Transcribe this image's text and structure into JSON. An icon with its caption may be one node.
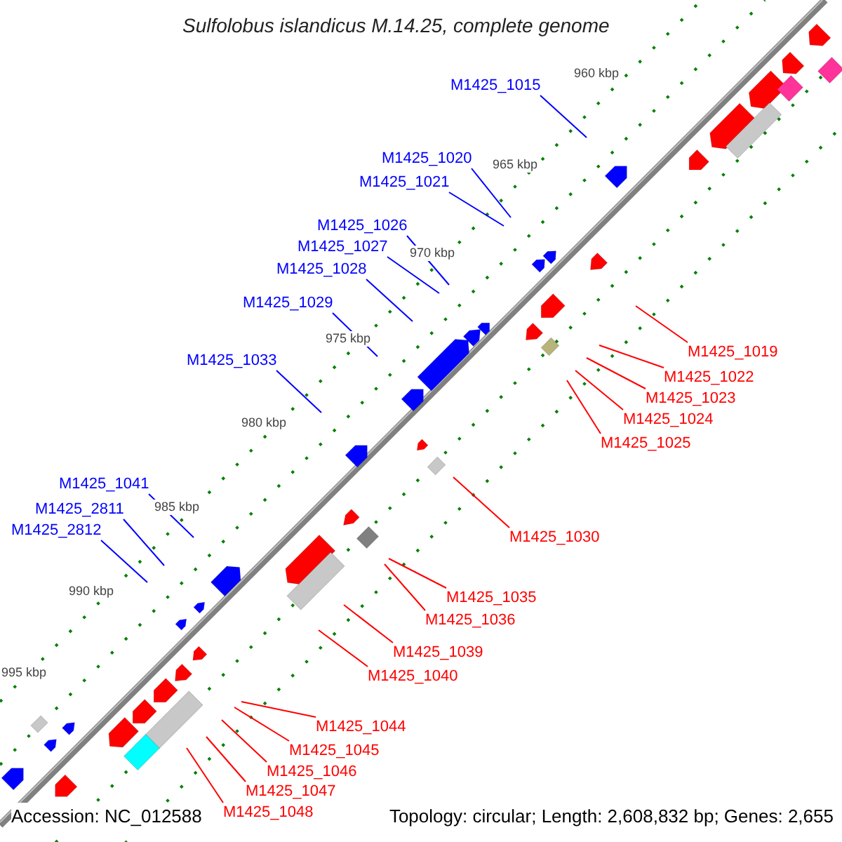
{
  "diagram": {
    "title": "Sulfolobus islandicus M.14.25, complete genome",
    "nodes": [
      {
        "text": [
          "M1425_1015"
        ]
      },
      {
        "text": [
          "M1425_1020"
        ]
      },
      {
        "text": [
          "M1425_1021"
        ]
      },
      {
        "text": [
          "M1425_1026"
        ]
      },
      {
        "text": [
          "M1425_1027"
        ]
      },
      {
        "text": [
          "M1425_1028"
        ]
      },
      {
        "text": [
          "M1425_1029"
        ]
      },
      {
        "text": [
          "M1425_1019"
        ]
      },
      {
        "text": [
          "M1425_1033"
        ]
      },
      {
        "text": [
          "M1425_1022"
        ]
      },
      {
        "text": [
          "M1425_1023"
        ]
      },
      {
        "text": [
          "M1425_1024"
        ]
      },
      {
        "text": [
          "M1425_1025"
        ]
      },
      {
        "text": [
          "M1425_1041"
        ]
      },
      {
        "text": [
          "M1425_2811"
        ]
      },
      {
        "text": [
          "M1425_2812"
        ]
      },
      {
        "text": [
          "M1425_1030"
        ]
      },
      {
        "text": [
          "M1425_1035"
        ]
      },
      {
        "text": [
          "M1425_1036"
        ]
      },
      {
        "text": [
          "M1425_1039"
        ]
      },
      {
        "text": [
          "M1425_1040"
        ]
      },
      {
        "text": [
          "M1425_1044"
        ]
      },
      {
        "text": [
          "M1425_1045"
        ]
      },
      {
        "text": [
          "M1425_1046"
        ]
      },
      {
        "text": [
          "M1425_1047"
        ]
      },
      {
        "text": [
          "M1425_1048"
        ]
      }
    ],
    "edges": [
      {
        "from": 0,
        "to": null,
        "arrow": "none",
        "color": "#0000ff"
      },
      {
        "from": 1,
        "to": null,
        "arrow": "none",
        "color": "#0000ff"
      },
      {
        "from": 2,
        "to": null,
        "arrow": "none",
        "color": "#0000ff"
      },
      {
        "from": 3,
        "to": null,
        "arrow": "none",
        "color": "#0000ff"
      },
      {
        "from": 4,
        "to": null,
        "arrow": "none",
        "color": "#0000ff"
      },
      {
        "from": 5,
        "to": null,
        "arrow": "none",
        "color": "#0000ff"
      },
      {
        "from": 6,
        "to": null,
        "arrow": "none",
        "color": "#0000ff"
      },
      {
        "from": 7,
        "to": null,
        "arrow": "none"
      },
      {
        "from": 8,
        "to": null,
        "arrow": "none",
        "color": "#0000ff"
      },
      {
        "from": 9,
        "to": null,
        "arrow": "none"
      },
      {
        "from": 10,
        "to": null,
        "arrow": "none"
      },
      {
        "from": 11,
        "to": null,
        "arrow": "none"
      },
      {
        "from": 12,
        "to": null,
        "arrow": "none"
      },
      {
        "from": 13,
        "to": null,
        "arrow": "none",
        "color": "#0000ff"
      },
      {
        "from": 14,
        "to": null,
        "arrow": "none",
        "color": "#0000ff"
      },
      {
        "from": 15,
        "to": null,
        "arrow": "none",
        "color": "#0000ff"
      },
      {
        "from": 16,
        "to": null,
        "arrow": "none"
      },
      {
        "from": 17,
        "to": null,
        "arrow": "none"
      },
      {
        "from": 18,
        "to": null,
        "arrow": "none"
      },
      {
        "from": 19,
        "to": null,
        "arrow": "none"
      },
      {
        "from": 20,
        "to": null,
        "arrow": "none"
      },
      {
        "from": 21,
        "to": null,
        "arrow": "none"
      },
      {
        "from": 22,
        "to": null,
        "arrow": "none"
      },
      {
        "from": 23,
        "to": null,
        "arrow": "none"
      },
      {
        "from": 24,
        "to": null,
        "arrow": "none"
      },
      {
        "from": 25,
        "to": null,
        "arrow": "none"
      }
    ],
    "labels": [
      "960 kbp",
      "965 kbp",
      "970 kbp",
      "975 kbp",
      "980 kbp",
      "985 kbp",
      "990 kbp",
      "995 kbp",
      "Accession: NC_012588",
      "Topology: circular; Length: 2,608,832 bp; Genes: 2,655"
    ]
  }
}
